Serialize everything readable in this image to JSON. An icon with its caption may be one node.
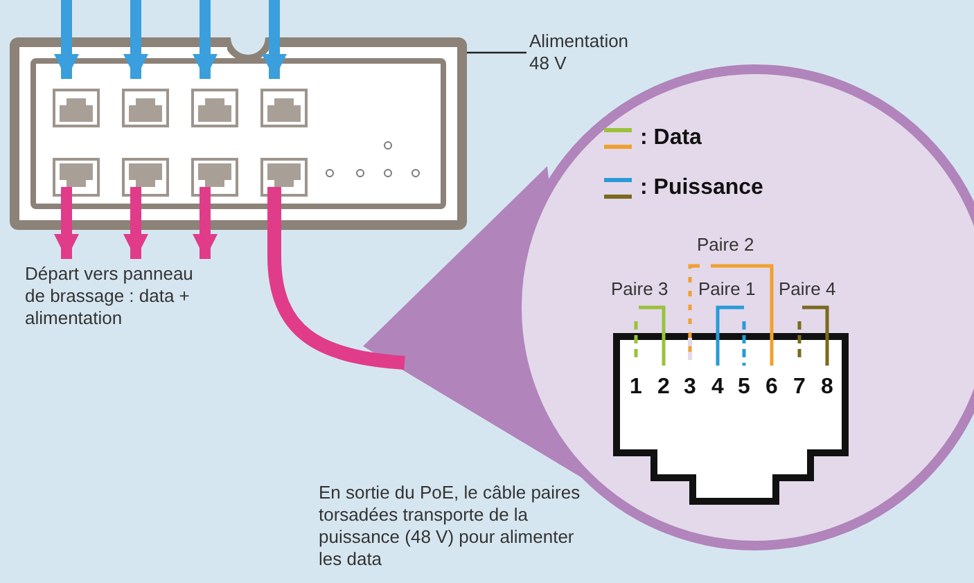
{
  "diagram": {
    "nodes": [
      {
        "text": [],
        "shape": "box"
      },
      {
        "text": [],
        "shape": "box",
        "in": 0
      },
      {
        "text": [],
        "shape": "box",
        "in": 0
      },
      {
        "text": [],
        "shape": "box",
        "in": 0
      },
      {
        "text": [],
        "shape": "box",
        "in": 0
      },
      {
        "text": [],
        "shape": "box",
        "in": 0
      },
      {
        "text": [],
        "shape": "box",
        "in": 0
      },
      {
        "text": [],
        "shape": "box",
        "in": 0
      },
      {
        "text": [],
        "shape": "box",
        "in": 0
      },
      {
        "text": [
          "Alimentation 48 V"
        ]
      },
      {
        "text": [
          "Départ vers panneau de brassage : data + alimentation"
        ]
      }
    ],
    "edges": [
      {
        "from": null,
        "to": 1,
        "arrow": "to",
        "color": "#3a9fdc"
      },
      {
        "from": null,
        "to": 2,
        "arrow": "to",
        "color": "#3a9fdc"
      },
      {
        "from": null,
        "to": 3,
        "arrow": "to",
        "color": "#3a9fdc"
      },
      {
        "from": null,
        "to": 4,
        "arrow": "to",
        "color": "#3a9fdc"
      },
      {
        "from": 5,
        "to": 10,
        "arrow": "to",
        "color": "#e03c8a"
      },
      {
        "from": 6,
        "to": 10,
        "arrow": "to",
        "color": "#e03c8a"
      },
      {
        "from": 7,
        "to": 10,
        "arrow": "to",
        "color": "#e03c8a"
      },
      {
        "from": 8,
        "to": null,
        "arrow": "none",
        "color": "#e03c8a"
      },
      {
        "from": 9,
        "to": 0,
        "arrow": "none",
        "color": "#222222"
      }
    ],
    "labels": [
      "Paire 2",
      "Paire 3",
      "Paire 1",
      "Paire 4",
      "1",
      "2",
      "3",
      "4",
      "5",
      "6",
      "7",
      "8",
      "En sortie du PoE, le câble paires torsadées transporte de la puissance (48 V) pour alimenter les data"
    ],
    "legend": [
      {
        "text": ": Data"
      },
      {
        "text": ": Puissance"
      }
    ]
  }
}
